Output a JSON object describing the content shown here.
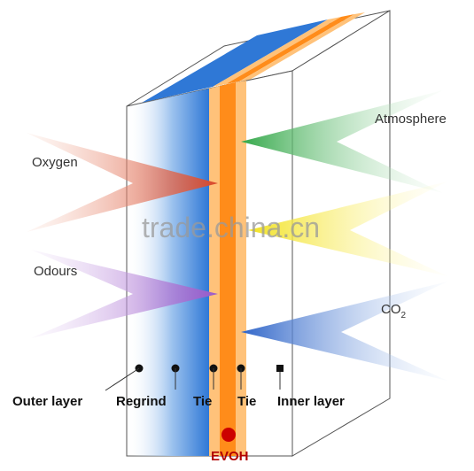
{
  "diagram": {
    "inputs": {
      "oxygen": "Oxygen",
      "odours": "Odours",
      "atmosphere": "Atmosphere",
      "co2_main": "CO",
      "co2_sub": "2"
    },
    "layers": {
      "outer": "Outer layer",
      "regrind": "Regrind",
      "tie_1": "Tie",
      "tie_2": "Tie",
      "inner": "Inner layer",
      "evoh": "EVOH"
    },
    "watermark": "trade.china.cn",
    "colors": {
      "blue": "#1f6fd1",
      "orange": "#ff8c1a",
      "oxygen_red": "#d8472a",
      "odours_purple": "#9b59c9",
      "atmosphere_green": "#34a84a",
      "moisture_yellow": "#f2e21f",
      "co2_blue": "#2e64c8",
      "evoh_dot": "#cc0000"
    }
  }
}
